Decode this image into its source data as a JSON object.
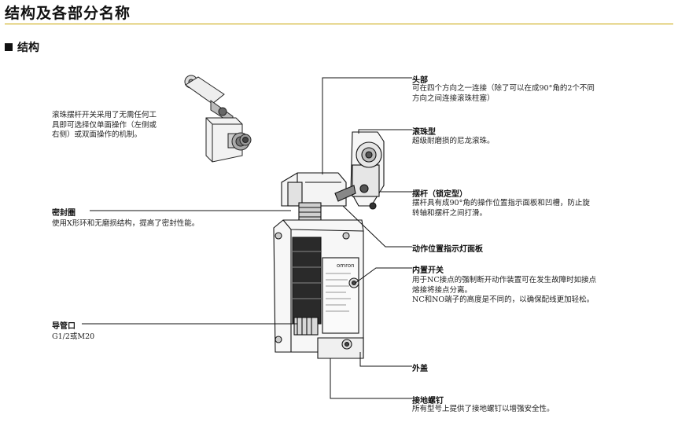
{
  "page": {
    "title": "结构及各部分名称",
    "section": "结构"
  },
  "intro_text": [
    "滚珠摆杆开关采用了无需任何工",
    "具即可选择仅单面操作（左侧或",
    "右侧）或双面操作的机制。"
  ],
  "callouts": {
    "head": {
      "label": "头部",
      "desc": [
        "可在四个方向之一连接（除了可以在成90°角的2个不同",
        "方向之间连接滚珠柱塞）"
      ]
    },
    "roller": {
      "label": "滚珠型",
      "desc": [
        "超级耐磨损的尼龙滚珠。"
      ]
    },
    "lever": {
      "label": "摆杆（锁定型）",
      "desc": [
        "摆杆具有成90°角的操作位置指示面板和凹槽，防止旋",
        "转轴和摆杆之间打滑。"
      ]
    },
    "indicator": {
      "label": "动作位置指示灯面板"
    },
    "switch": {
      "label": "内置开关",
      "desc": [
        "用于NC接点的强制断开动作装置可在发生故障时如接点",
        "熔接将接点分离。",
        "NC和NO端子的高度是不同的，以确保配线更加轻松。"
      ]
    },
    "cover": {
      "label": "外盖"
    },
    "ground": {
      "label": "接地螺钉",
      "desc": [
        "所有型号上提供了接地螺钉以增强安全性。"
      ]
    },
    "seal": {
      "label": "密封圈",
      "desc": [
        "使用X形环和无磨损结构，提高了密封性能。"
      ]
    },
    "conduit": {
      "label": "导管口",
      "desc": [
        "G1/2或M20"
      ]
    }
  },
  "device_brand": "omron",
  "colors": {
    "title_rule": "#c8a400",
    "text": "#1a1a1a"
  }
}
